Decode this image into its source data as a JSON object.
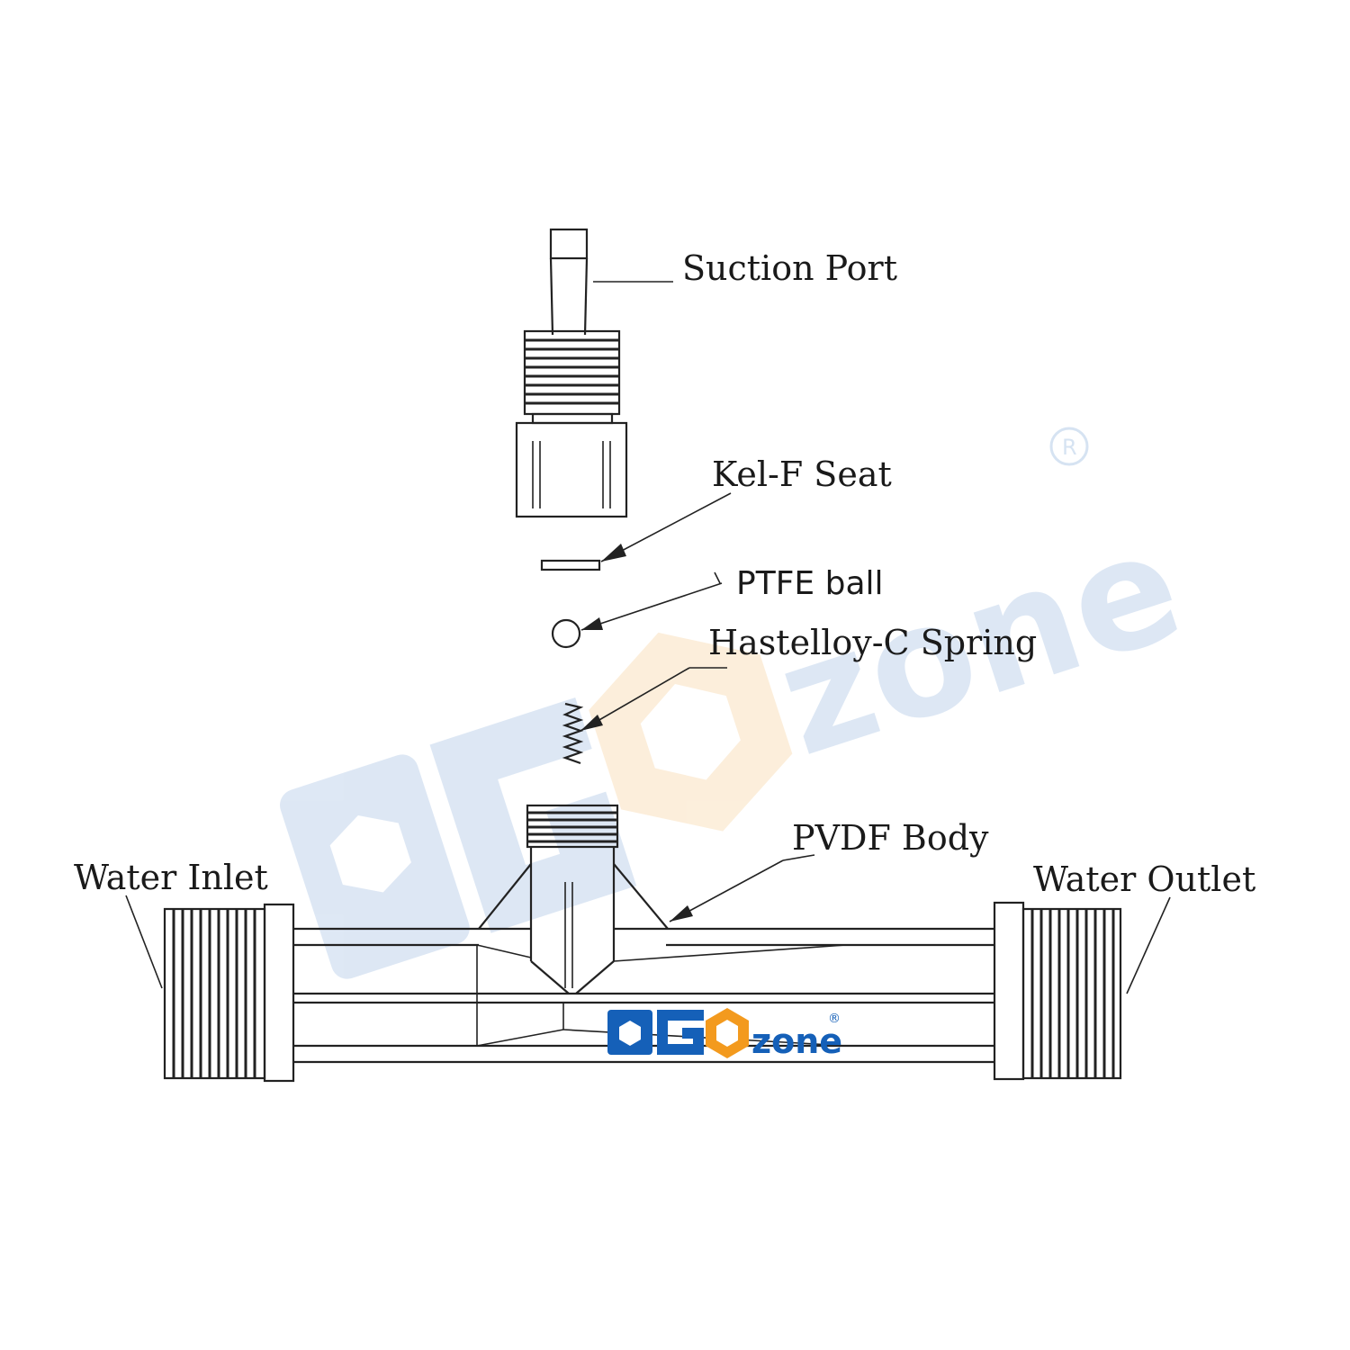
{
  "labels": {
    "suction_port": "Suction Port",
    "kelf_seat": "Kel-F Seat",
    "ptfe_ball": "PTFE ball",
    "spring": "Hastelloy-C Spring",
    "pvdf_body": "PVDF Body",
    "water_inlet": "Water Inlet",
    "water_outlet": "Water Outlet"
  },
  "watermark": {
    "brand_text": "zone",
    "registered_mark": "®",
    "blue_color": "#3a78c3",
    "orange_color": "#f0a030"
  },
  "logo": {
    "brand_text": "zone",
    "registered_mark": "®",
    "blue_color": "#1560b8",
    "orange_color": "#f39a1e"
  }
}
